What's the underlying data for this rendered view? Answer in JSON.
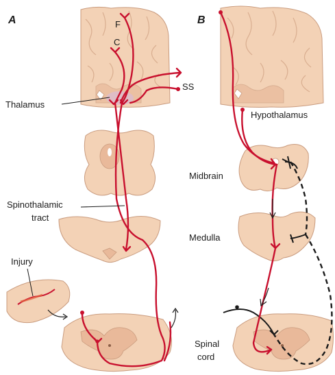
{
  "panels": {
    "a": {
      "letter": "A"
    },
    "b": {
      "letter": "B"
    }
  },
  "labels_a": {
    "f": "F",
    "c": "C",
    "ss": "SS",
    "thalamus": "Thalamus",
    "spinothalamic_line1": "Spinothalamic",
    "spinothalamic_line2": "tract",
    "injury": "Injury"
  },
  "labels_b": {
    "hypothalamus": "Hypothalamus",
    "midbrain": "Midbrain",
    "medulla": "Medulla",
    "spinal_line1": "Spinal",
    "spinal_line2": "cord"
  },
  "colors": {
    "nerve": "#c8102e",
    "tissue": "#f3d2b6",
    "descending_path": "#1a1a1a"
  }
}
